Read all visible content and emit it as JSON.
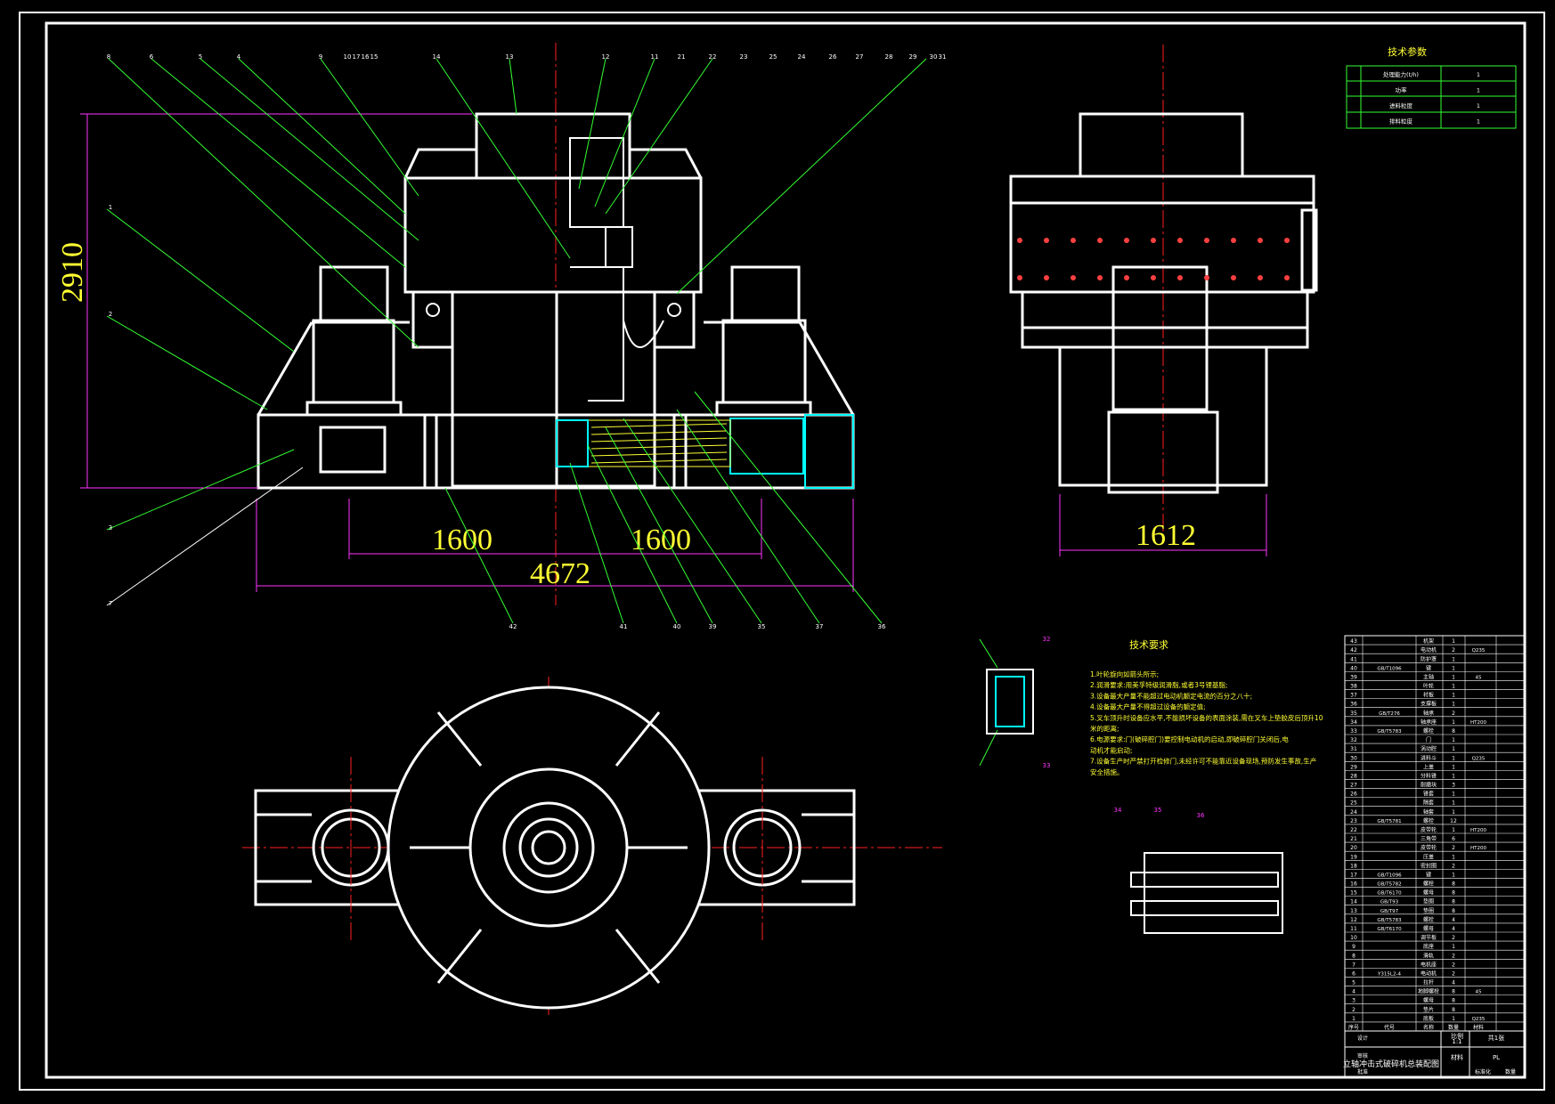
{
  "dimensions": {
    "height_front": "2910",
    "left_span": "1600",
    "right_span": "1600",
    "total_width": "4672",
    "side_width": "1612"
  },
  "tech_params": {
    "title": "技术参数",
    "rows": [
      {
        "label": "处理能力(t/h)",
        "value": "1"
      },
      {
        "label": "功率",
        "value": "1"
      },
      {
        "label": "进料粒度",
        "value": "1"
      },
      {
        "label": "排料粒度",
        "value": "1"
      }
    ]
  },
  "tech_requirements": {
    "title": "技术要求",
    "lines": [
      "1.叶轮旋向如箭头所示;",
      "2.润滑要求:用美孚特级润滑脂,或者3号锂基脂;",
      "3.设备最大产量不能超过电动机额定电流的百分之八十;",
      "4.设备最大产量不得超过设备的额定值;",
      "5.叉车顶升时设备应水平,不能损坏设备的表面涂装,需在叉车上垫胶皮后顶升10",
      "  米的距离;",
      "6.电源要求:门(破碎腔门)要控制电动机的启动,即破碎腔门关闭后,电",
      "  动机才能启动;",
      "7.设备生产时严禁打开检修门,未经许可不能靠近设备现场,预防发生事故,生产",
      "  安全措施。"
    ]
  },
  "title_block": {
    "name": "立轴冲击式破碎机总装配图",
    "scale": "1:1",
    "ratio": "比例",
    "sheet": "共1张",
    "material": "材料",
    "drawn": "设计",
    "checked": "审核",
    "approved": "批准",
    "std": "标准化",
    "drawing_no": "PL",
    "qty": "数量"
  },
  "callouts_top": [
    "8",
    "6",
    "5",
    "4",
    "9",
    "10",
    "17",
    "16",
    "15",
    "14",
    "13",
    "12",
    "11",
    "21",
    "22",
    "23",
    "25",
    "24",
    "26",
    "27",
    "28",
    "29",
    "30",
    "31"
  ],
  "callouts_bottom": [
    "42",
    "41",
    "40",
    "39",
    "35",
    "37",
    "36"
  ],
  "callouts_left": [
    "1",
    "2",
    "3",
    "7"
  ],
  "callouts_detail": [
    "32",
    "33",
    "34",
    "35",
    "36"
  ],
  "parts_list": [
    {
      "no": "43",
      "std": "",
      "name": "机架",
      "qty": "1",
      "mat": ""
    },
    {
      "no": "42",
      "std": "",
      "name": "电动机",
      "qty": "2",
      "mat": "Q235"
    },
    {
      "no": "41",
      "std": "",
      "name": "防护罩",
      "qty": "1",
      "mat": ""
    },
    {
      "no": "40",
      "std": "GB/T1096",
      "name": "键",
      "qty": "1",
      "mat": ""
    },
    {
      "no": "39",
      "std": "",
      "name": "主轴",
      "qty": "1",
      "mat": "45"
    },
    {
      "no": "38",
      "std": "",
      "name": "叶轮",
      "qty": "1",
      "mat": ""
    },
    {
      "no": "37",
      "std": "",
      "name": "衬板",
      "qty": "1",
      "mat": ""
    },
    {
      "no": "36",
      "std": "",
      "name": "支撑板",
      "qty": "1",
      "mat": ""
    },
    {
      "no": "35",
      "std": "GB/T276",
      "name": "轴承",
      "qty": "2",
      "mat": ""
    },
    {
      "no": "34",
      "std": "",
      "name": "轴承座",
      "qty": "1",
      "mat": "HT200"
    },
    {
      "no": "33",
      "std": "GB/T5783",
      "name": "螺栓",
      "qty": "8",
      "mat": ""
    },
    {
      "no": "32",
      "std": "",
      "name": "门",
      "qty": "1",
      "mat": ""
    },
    {
      "no": "31",
      "std": "",
      "name": "涡动腔",
      "qty": "1",
      "mat": ""
    },
    {
      "no": "30",
      "std": "",
      "name": "进料斗",
      "qty": "1",
      "mat": "Q235"
    },
    {
      "no": "29",
      "std": "",
      "name": "上盖",
      "qty": "1",
      "mat": ""
    },
    {
      "no": "28",
      "std": "",
      "name": "分料锥",
      "qty": "1",
      "mat": ""
    },
    {
      "no": "27",
      "std": "",
      "name": "耐磨块",
      "qty": "3",
      "mat": ""
    },
    {
      "no": "26",
      "std": "",
      "name": "锥套",
      "qty": "1",
      "mat": ""
    },
    {
      "no": "25",
      "std": "",
      "name": "隔套",
      "qty": "1",
      "mat": ""
    },
    {
      "no": "24",
      "std": "",
      "name": "轴套",
      "qty": "1",
      "mat": ""
    },
    {
      "no": "23",
      "std": "GB/T5781",
      "name": "螺栓",
      "qty": "12",
      "mat": ""
    },
    {
      "no": "22",
      "std": "",
      "name": "皮带轮",
      "qty": "1",
      "mat": "HT200"
    },
    {
      "no": "21",
      "std": "",
      "name": "三角带",
      "qty": "6",
      "mat": ""
    },
    {
      "no": "20",
      "std": "",
      "name": "皮带轮",
      "qty": "2",
      "mat": "HT200"
    },
    {
      "no": "19",
      "std": "",
      "name": "压盖",
      "qty": "1",
      "mat": ""
    },
    {
      "no": "18",
      "std": "",
      "name": "密封圈",
      "qty": "2",
      "mat": ""
    },
    {
      "no": "17",
      "std": "GB/T1096",
      "name": "键",
      "qty": "1",
      "mat": ""
    },
    {
      "no": "16",
      "std": "GB/T5782",
      "name": "螺栓",
      "qty": "8",
      "mat": ""
    },
    {
      "no": "15",
      "std": "GB/T6170",
      "name": "螺母",
      "qty": "8",
      "mat": ""
    },
    {
      "no": "14",
      "std": "GB/T93",
      "name": "垫圈",
      "qty": "8",
      "mat": ""
    },
    {
      "no": "13",
      "std": "GB/T97",
      "name": "垫圈",
      "qty": "8",
      "mat": ""
    },
    {
      "no": "12",
      "std": "GB/T5783",
      "name": "螺栓",
      "qty": "4",
      "mat": ""
    },
    {
      "no": "11",
      "std": "GB/T6170",
      "name": "螺母",
      "qty": "4",
      "mat": ""
    },
    {
      "no": "10",
      "std": "",
      "name": "调节板",
      "qty": "2",
      "mat": ""
    },
    {
      "no": "9",
      "std": "",
      "name": "底座",
      "qty": "1",
      "mat": ""
    },
    {
      "no": "8",
      "std": "",
      "name": "滑轨",
      "qty": "2",
      "mat": ""
    },
    {
      "no": "7",
      "std": "",
      "name": "电机座",
      "qty": "2",
      "mat": ""
    },
    {
      "no": "6",
      "std": "Y315L2-4",
      "name": "电动机",
      "qty": "2",
      "mat": ""
    },
    {
      "no": "5",
      "std": "",
      "name": "拉杆",
      "qty": "4",
      "mat": ""
    },
    {
      "no": "4",
      "std": "",
      "name": "地脚螺栓",
      "qty": "8",
      "mat": "45"
    },
    {
      "no": "3",
      "std": "",
      "name": "螺母",
      "qty": "8",
      "mat": ""
    },
    {
      "no": "2",
      "std": "",
      "name": "垫片",
      "qty": "8",
      "mat": ""
    },
    {
      "no": "1",
      "std": "",
      "name": "底板",
      "qty": "1",
      "mat": "Q235"
    }
  ],
  "parts_header": {
    "no": "序号",
    "std": "代号",
    "name": "名称",
    "qty": "数量",
    "mat": "材料"
  }
}
